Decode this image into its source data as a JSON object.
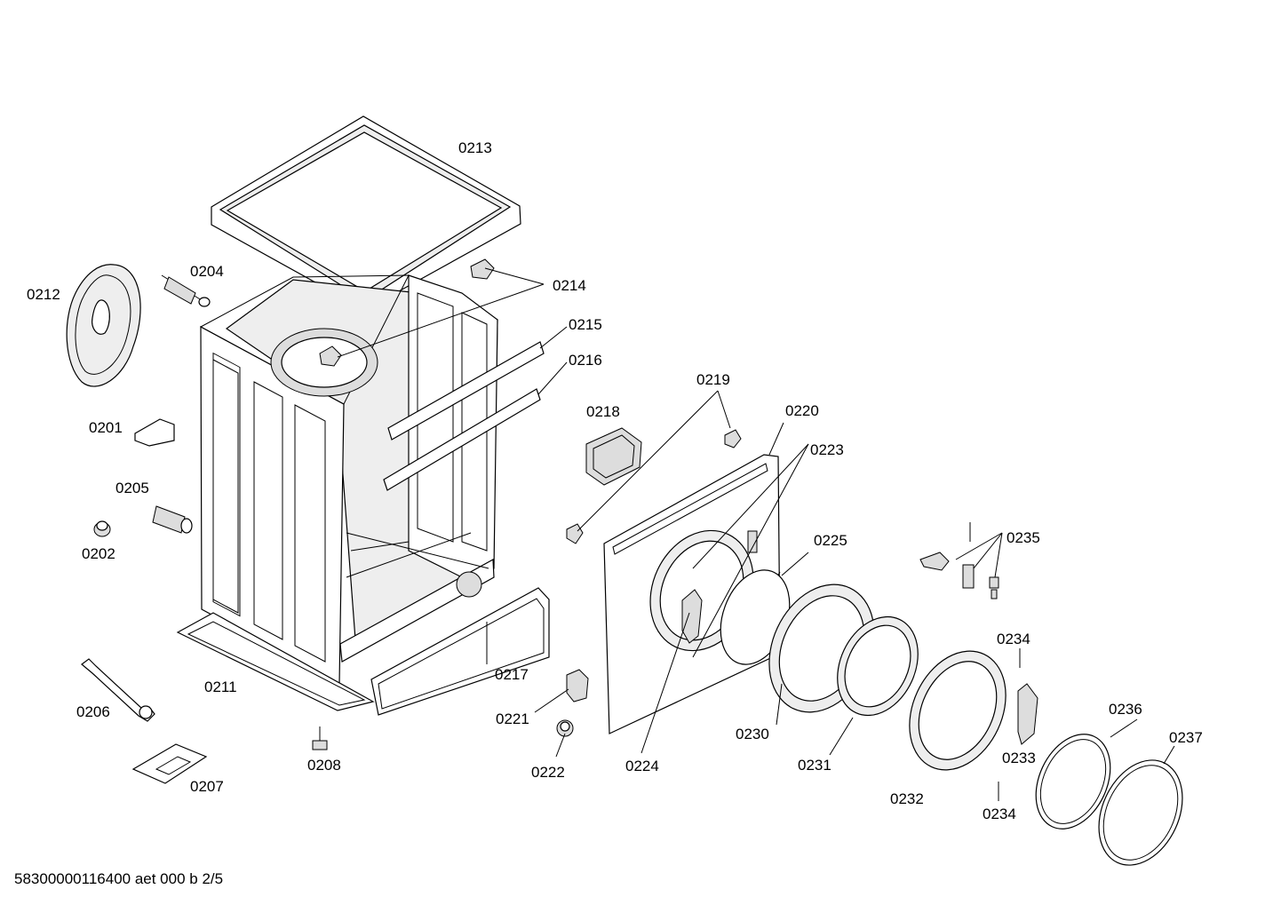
{
  "footer_text": "58300000116400 aet 000 b 2/5",
  "part_labels": {
    "p0201": "0201",
    "p0202": "0202",
    "p0204": "0204",
    "p0205": "0205",
    "p0206": "0206",
    "p0207": "0207",
    "p0208": "0208",
    "p0211": "0211",
    "p0212": "0212",
    "p0213": "0213",
    "p0214": "0214",
    "p0215": "0215",
    "p0216": "0216",
    "p0217": "0217",
    "p0218": "0218",
    "p0219": "0219",
    "p0220": "0220",
    "p0221": "0221",
    "p0222": "0222",
    "p0223": "0223",
    "p0224": "0224",
    "p0225": "0225",
    "p0230": "0230",
    "p0231": "0231",
    "p0232": "0232",
    "p0233": "0233",
    "p0234a": "0234",
    "p0234b": "0234",
    "p0235": "0235",
    "p0236": "0236",
    "p0237": "0237"
  }
}
